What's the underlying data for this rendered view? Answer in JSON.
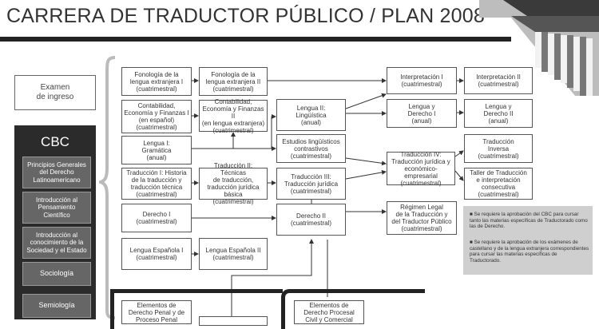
{
  "title": "CARRERA DE TRADUCTOR PÚBLICO / PLAN 2008",
  "exam": "Examen\nde ingreso",
  "cbc": {
    "title": "CBC",
    "items": [
      "Principios Generales\ndel Derecho\nLatinoamericano",
      "Introducción al\nPensamiento\nCientífico",
      "Introducción al\nconocimiento de la\nSociedad y el Estado",
      "Sociología",
      "Semiología"
    ]
  },
  "subjects": {
    "fono1": "Fonología de la\nlengua extranjera I\n(cuatrimestral)",
    "fono2": "Fonología de la\nlengua extranjera II\n(cuatrimestral)",
    "interp1": "Interpretación I\n(cuatrimestral)",
    "interp2": "Interpretación II\n(cuatrimestral)",
    "conta1": "Contabilidad,\nEconomía y Finanzas I\n(en español)\n(cuatrimestral)",
    "conta2": "Contabilidad,\nEconomía y Finanzas II\n(en lengua extranjera)\n(cuatrimestral)",
    "lengua2": "Lengua II:\nLingüística\n(anual)",
    "lyd1": "Lengua y\nDerecho I\n(anual)",
    "lyd2": "Lengua y\nDerecho II\n(anual)",
    "lengua1": "Lengua I:\nGramática\n(anual)",
    "estudios": "Estudios lingüísticos\ncontrastivos\n(cuatrimestral)",
    "trad4": "Traducción IV:\nTraducción jurídica y\neconómico-empresarial\n(cuatrimestral)",
    "tradinv": "Traducción\nInversa\n(cuatrimestral)",
    "trad1": "Traducción I: Historia\nde la traducción y\ntraducción técnica\n(cuatrimestral)",
    "trad2": "Traducción II: Técnicas\nde traducción, traducción jurídica básica\n(cuatrimestral)",
    "trad3": "Traducción III:\nTraducción jurídica\n(cuatrimestral)",
    "taller": "Taller de Traducción\ne interpretación\nconsecutiva\n(cuatrimestral)",
    "der1": "Derecho I\n(cuatrimestral)",
    "der2": "Derecho II\n(cuatrimestral)",
    "regimen": "Régimen Legal\nde la Traducción y\ndel Traductor Público\n(cuatrimestral)",
    "esp1": "Lengua Española I\n(cuatrimestral)",
    "esp2": "Lengua Española II\n(cuatrimestral)",
    "penal": "Elementos de\nDerecho Penal y de\nProceso Penal",
    "procesal": "Elementos de\nDerecho Procesal\nCivil y Comercial"
  },
  "notes": [
    "■ Se requiere la aprobación del CBC para cursar tanto las materias específicas de Traductorado como las de Derecho.",
    "■ Se requiere la aprobación de los exámenes de castellano y de la lengua extranjera correspondientes para cursar las materias específicas de Traductorado."
  ]
}
